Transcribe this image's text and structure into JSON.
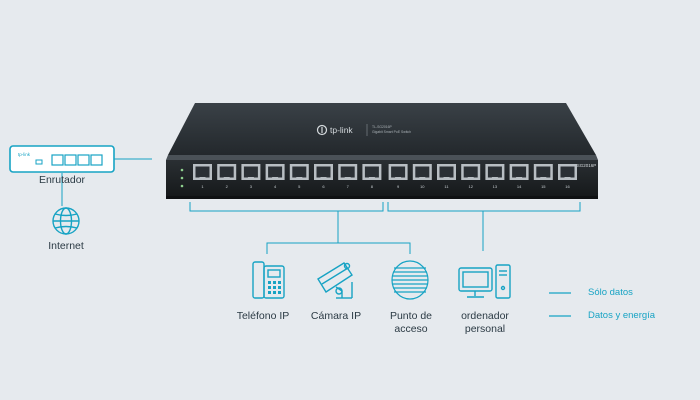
{
  "colors": {
    "background": "#e6eaee",
    "accent": "#17a3c4",
    "device_body": "#1f2326",
    "port_light": "#b8bec3"
  },
  "switch": {
    "brand": "tp-link",
    "model_line1": "TL-SG2016P",
    "model_line2": "Gigabit Smart PoE Switch",
    "model_right": "TL-SG2016P",
    "port_numbers": [
      "1",
      "2",
      "3",
      "4",
      "5",
      "6",
      "7",
      "8",
      "9",
      "10",
      "11",
      "12",
      "13",
      "14",
      "15",
      "16"
    ]
  },
  "router": {
    "brand": "tp-link",
    "label": "Enrutador"
  },
  "internet": {
    "label": "Internet"
  },
  "devices": [
    {
      "icon": "ip-phone-icon",
      "label": "Teléfono IP"
    },
    {
      "icon": "ip-camera-icon",
      "label": "Cámara IP"
    },
    {
      "icon": "access-point-icon",
      "label_line1": "Punto de",
      "label_line2": "acceso"
    },
    {
      "icon": "computer-icon",
      "label_line1": "ordenador",
      "label_line2": "personal"
    }
  ],
  "legend": [
    {
      "style": "data-only",
      "label": "Sólo datos"
    },
    {
      "style": "data-and-power",
      "label": "Datos y energía"
    }
  ]
}
